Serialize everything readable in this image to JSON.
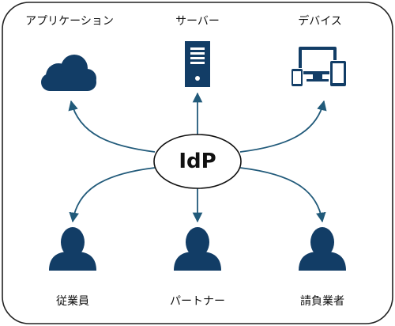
{
  "center": {
    "label": "IdP"
  },
  "top_nodes": [
    {
      "label": "アプリケーション",
      "icon": "cloud-icon"
    },
    {
      "label": "サーバー",
      "icon": "server-icon"
    },
    {
      "label": "デバイス",
      "icon": "devices-icon"
    }
  ],
  "bottom_nodes": [
    {
      "label": "従業員",
      "icon": "user-icon"
    },
    {
      "label": "パートナー",
      "icon": "user-icon"
    },
    {
      "label": "請負業者",
      "icon": "user-icon"
    }
  ],
  "colors": {
    "icon": "#123d66",
    "arrow": "#215a7a",
    "frame": "#222222"
  }
}
